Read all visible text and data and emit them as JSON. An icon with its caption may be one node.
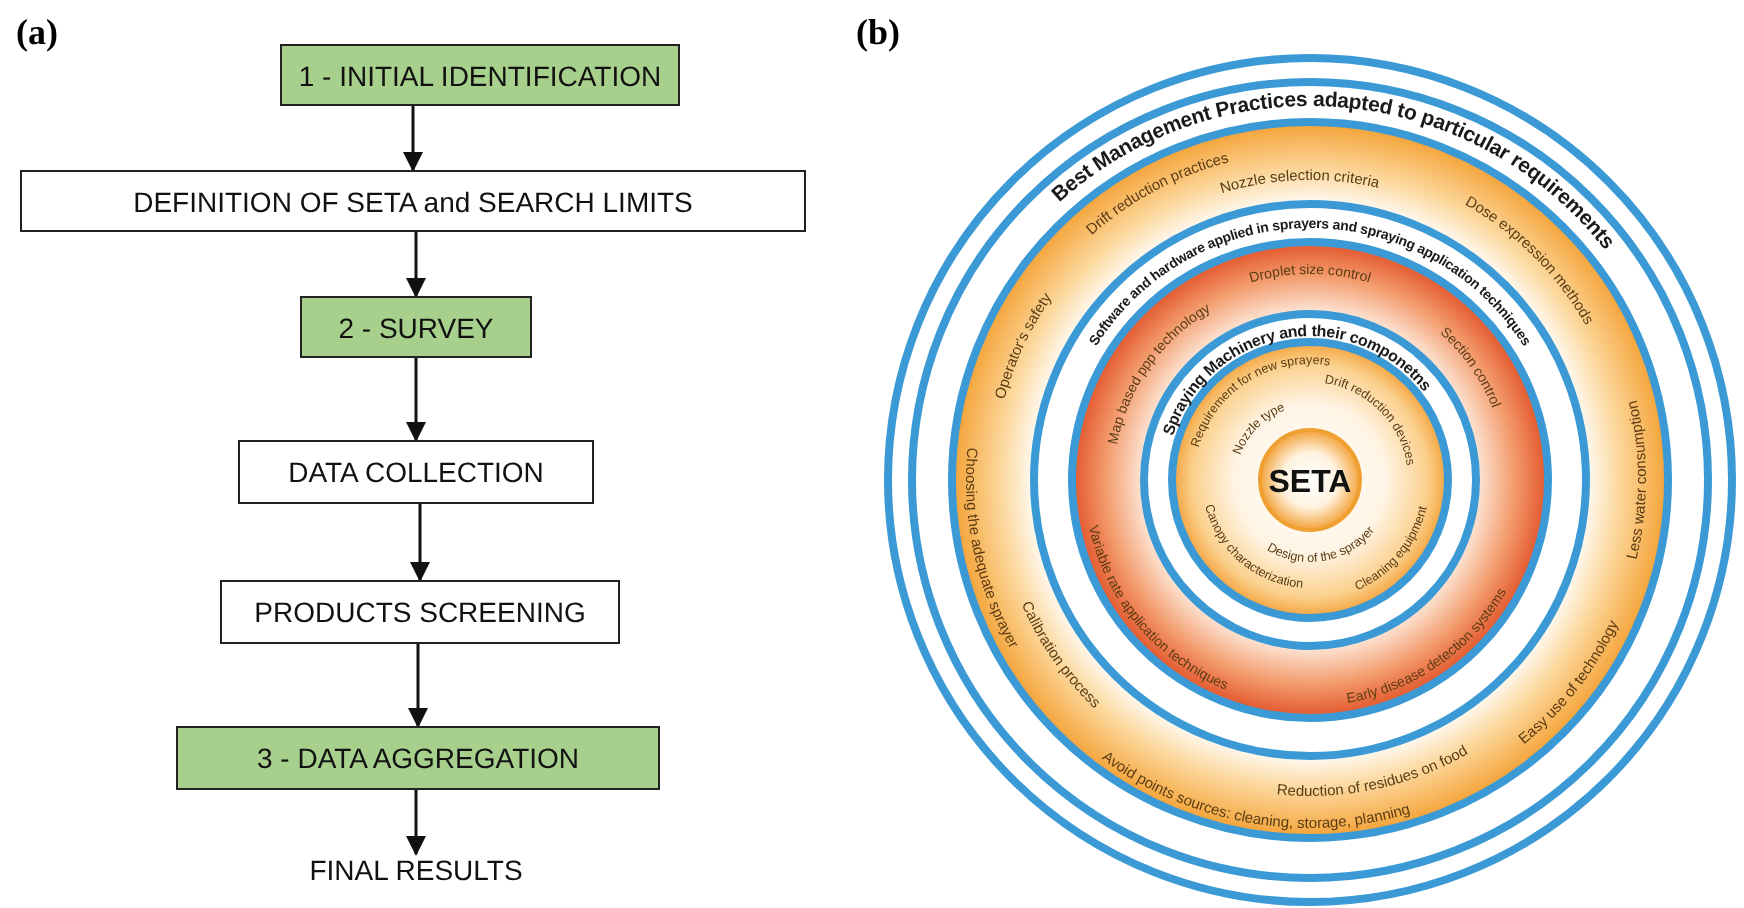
{
  "diagram": {
    "nodes": [
      {
        "text": [
          "1 - INITIAL IDENTIFICATION"
        ]
      },
      {
        "text": [
          "DEFINITION OF SETA and SEARCH LIMITS"
        ]
      },
      {
        "text": [
          "2 - SURVEY"
        ]
      },
      {
        "text": [
          "DATA COLLECTION"
        ]
      },
      {
        "text": [
          "PRODUCTS SCREENING"
        ]
      },
      {
        "text": [
          "3 - DATA AGGREGATION"
        ]
      },
      {
        "text": [
          "FINAL RESULTS"
        ]
      },
      {
        "text": [
          "Best Management Practices adapted to particular requirements",
          "Operator's safety",
          "Drift reduction practices",
          "Nozzle selection criteria",
          "Dose expression methods",
          "Less water consumption",
          "Choosing the adequate sprayer",
          "Calibration process",
          "Avoid points sources: cleaning, storage, planning",
          "Reduction of residues on food",
          "Easy use of technology"
        ]
      },
      {
        "text": [
          "Software and hardware applied in sprayers and spraying application techniques",
          "Map based ppp technology",
          "Droplet size control",
          "Section control",
          "Variable rate application techniques",
          "Early disease detection systems"
        ],
        "in": 7
      },
      {
        "text": [
          "Spraying Machinery and their componetns",
          "Requirement for new sprayers",
          "Drift reduction devices",
          "Nozzle type",
          "Canopy characterization",
          "Design of the sprayer",
          "Cleaning equipment"
        ],
        "in": 8
      },
      {
        "text": [
          "SETA"
        ],
        "in": 9
      }
    ],
    "edges": [
      {
        "from": 0,
        "to": 1,
        "arrow": "to"
      },
      {
        "from": 1,
        "to": 2,
        "arrow": "to"
      },
      {
        "from": 2,
        "to": 3,
        "arrow": "to"
      },
      {
        "from": 3,
        "to": 4,
        "arrow": "to"
      },
      {
        "from": 4,
        "to": 5,
        "arrow": "to"
      },
      {
        "from": 5,
        "to": 6,
        "arrow": "to"
      }
    ],
    "labels": [
      "(a)",
      "(b)"
    ]
  }
}
